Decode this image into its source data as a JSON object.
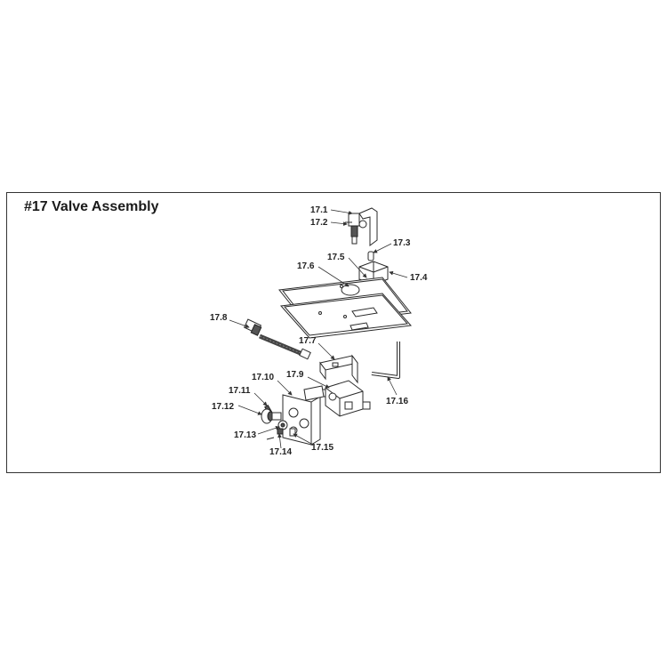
{
  "title": "#17 Valve Assembly",
  "parts": [
    {
      "id": "p1",
      "label": "17.1"
    },
    {
      "id": "p2",
      "label": "17.2"
    },
    {
      "id": "p3",
      "label": "17.3"
    },
    {
      "id": "p4",
      "label": "17.4"
    },
    {
      "id": "p5",
      "label": "17.5"
    },
    {
      "id": "p6",
      "label": "17.6"
    },
    {
      "id": "p7",
      "label": "17.7"
    },
    {
      "id": "p8",
      "label": "17.8"
    },
    {
      "id": "p9",
      "label": "17.9"
    },
    {
      "id": "p10",
      "label": "17.10"
    },
    {
      "id": "p11",
      "label": "17.11"
    },
    {
      "id": "p12",
      "label": "17.12"
    },
    {
      "id": "p13",
      "label": "17.13"
    },
    {
      "id": "p14",
      "label": "17.14"
    },
    {
      "id": "p15",
      "label": "17.15"
    },
    {
      "id": "p16",
      "label": "17.16"
    }
  ]
}
